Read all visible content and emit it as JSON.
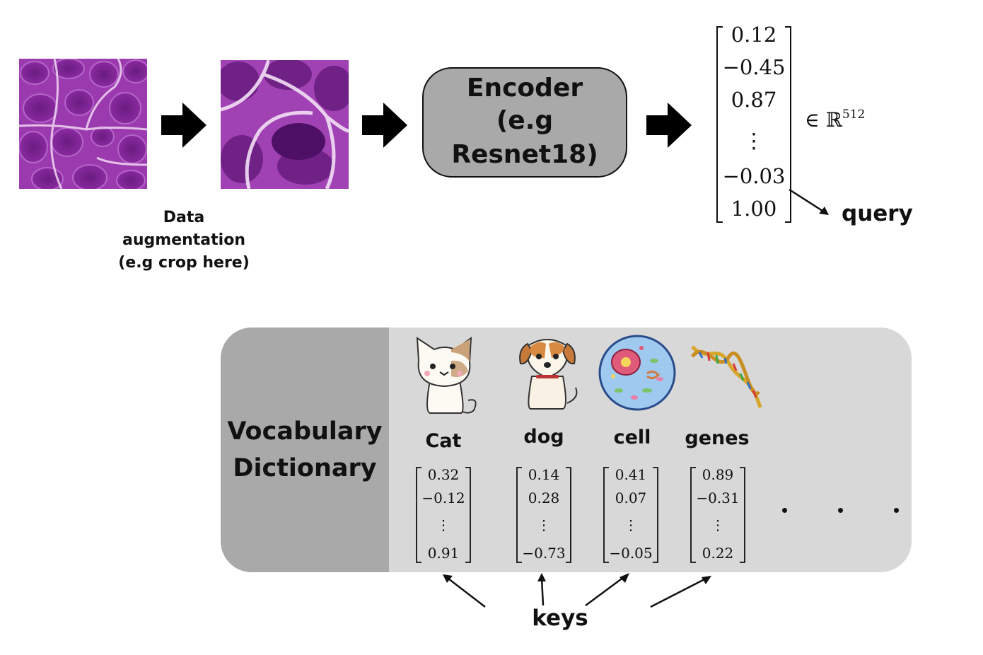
{
  "augmentation": {
    "caption_lines": [
      "Data",
      "augmentation",
      "(e.g crop here)"
    ]
  },
  "encoder": {
    "line1": "Encoder",
    "line2": "(e.g Resnet18)"
  },
  "query": {
    "values": [
      "0.12",
      "−0.45",
      "0.87",
      "⋮",
      "−0.03",
      "1.00"
    ],
    "membership": "∈ ℝ",
    "dimension": "512",
    "label": "query"
  },
  "dictionary": {
    "title_lines": [
      "Vocabulary",
      "Dictionary"
    ],
    "items": [
      {
        "label": "Cat",
        "icon": "cat-icon",
        "values": [
          "0.32",
          "−0.12",
          "⋮",
          "0.91"
        ]
      },
      {
        "label": "dog",
        "icon": "dog-icon",
        "values": [
          "0.14",
          "0.28",
          "⋮",
          "−0.73"
        ]
      },
      {
        "label": "cell",
        "icon": "cell-icon",
        "values": [
          "0.41",
          "0.07",
          "⋮",
          "−0.05"
        ]
      },
      {
        "label": "genes",
        "icon": "dna-icon",
        "values": [
          "0.89",
          "−0.31",
          "⋮",
          "0.22"
        ]
      }
    ],
    "keys_label": "keys"
  },
  "colors": {
    "encoder_fill": "#a9a9a9",
    "panel_fill": "#d8d8d8",
    "tissue_purple": "#8e2a9c"
  }
}
